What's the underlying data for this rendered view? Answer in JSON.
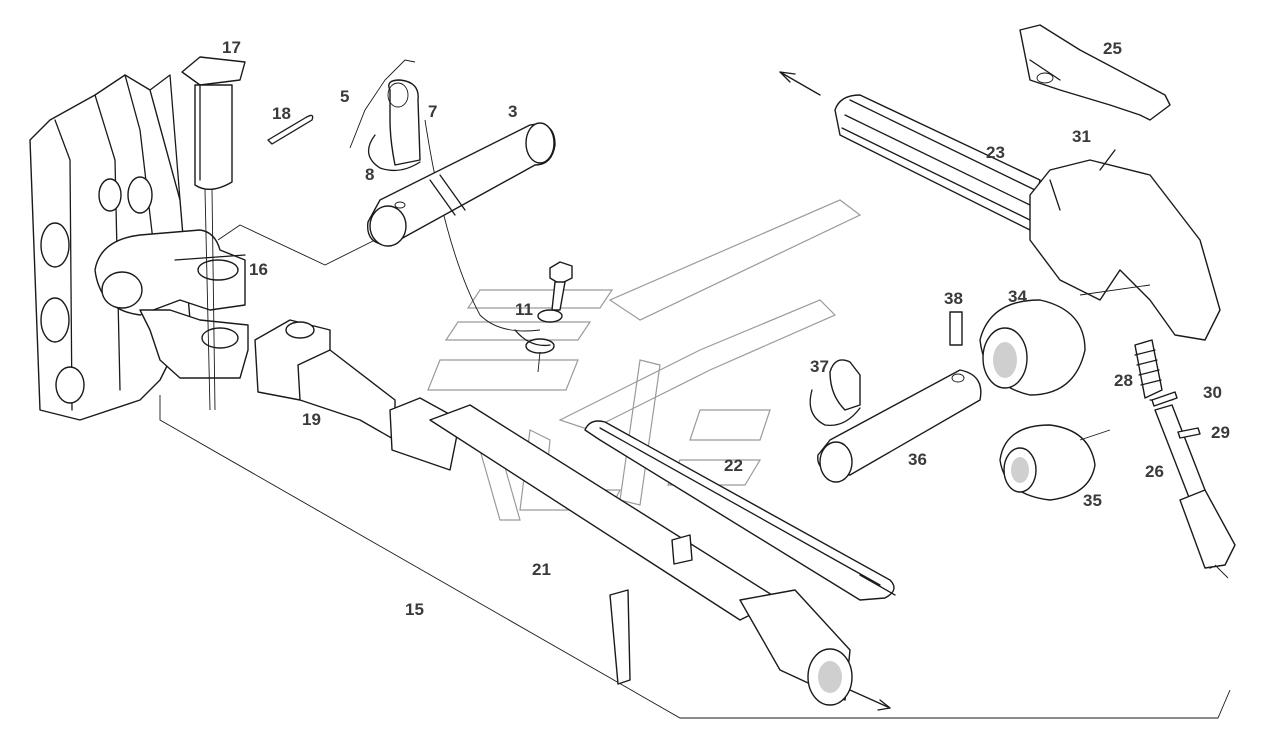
{
  "diagram": {
    "callouts": [
      {
        "id": "c17",
        "text": "17"
      },
      {
        "id": "c18",
        "text": "18"
      },
      {
        "id": "c5",
        "text": "5"
      },
      {
        "id": "c7",
        "text": "7"
      },
      {
        "id": "c3",
        "text": "3"
      },
      {
        "id": "c8",
        "text": "8"
      },
      {
        "id": "c16",
        "text": "16"
      },
      {
        "id": "c11",
        "text": "11"
      },
      {
        "id": "c19",
        "text": "19"
      },
      {
        "id": "c21",
        "text": "21"
      },
      {
        "id": "c22",
        "text": "22"
      },
      {
        "id": "c15",
        "text": "15"
      },
      {
        "id": "c25",
        "text": "25"
      },
      {
        "id": "c23",
        "text": "23"
      },
      {
        "id": "c31",
        "text": "31"
      },
      {
        "id": "c38",
        "text": "38"
      },
      {
        "id": "c34",
        "text": "34"
      },
      {
        "id": "c37",
        "text": "37"
      },
      {
        "id": "c36",
        "text": "36"
      },
      {
        "id": "c28",
        "text": "28"
      },
      {
        "id": "c30",
        "text": "30"
      },
      {
        "id": "c29",
        "text": "29"
      },
      {
        "id": "c26",
        "text": "26"
      },
      {
        "id": "c35",
        "text": "35"
      }
    ]
  }
}
